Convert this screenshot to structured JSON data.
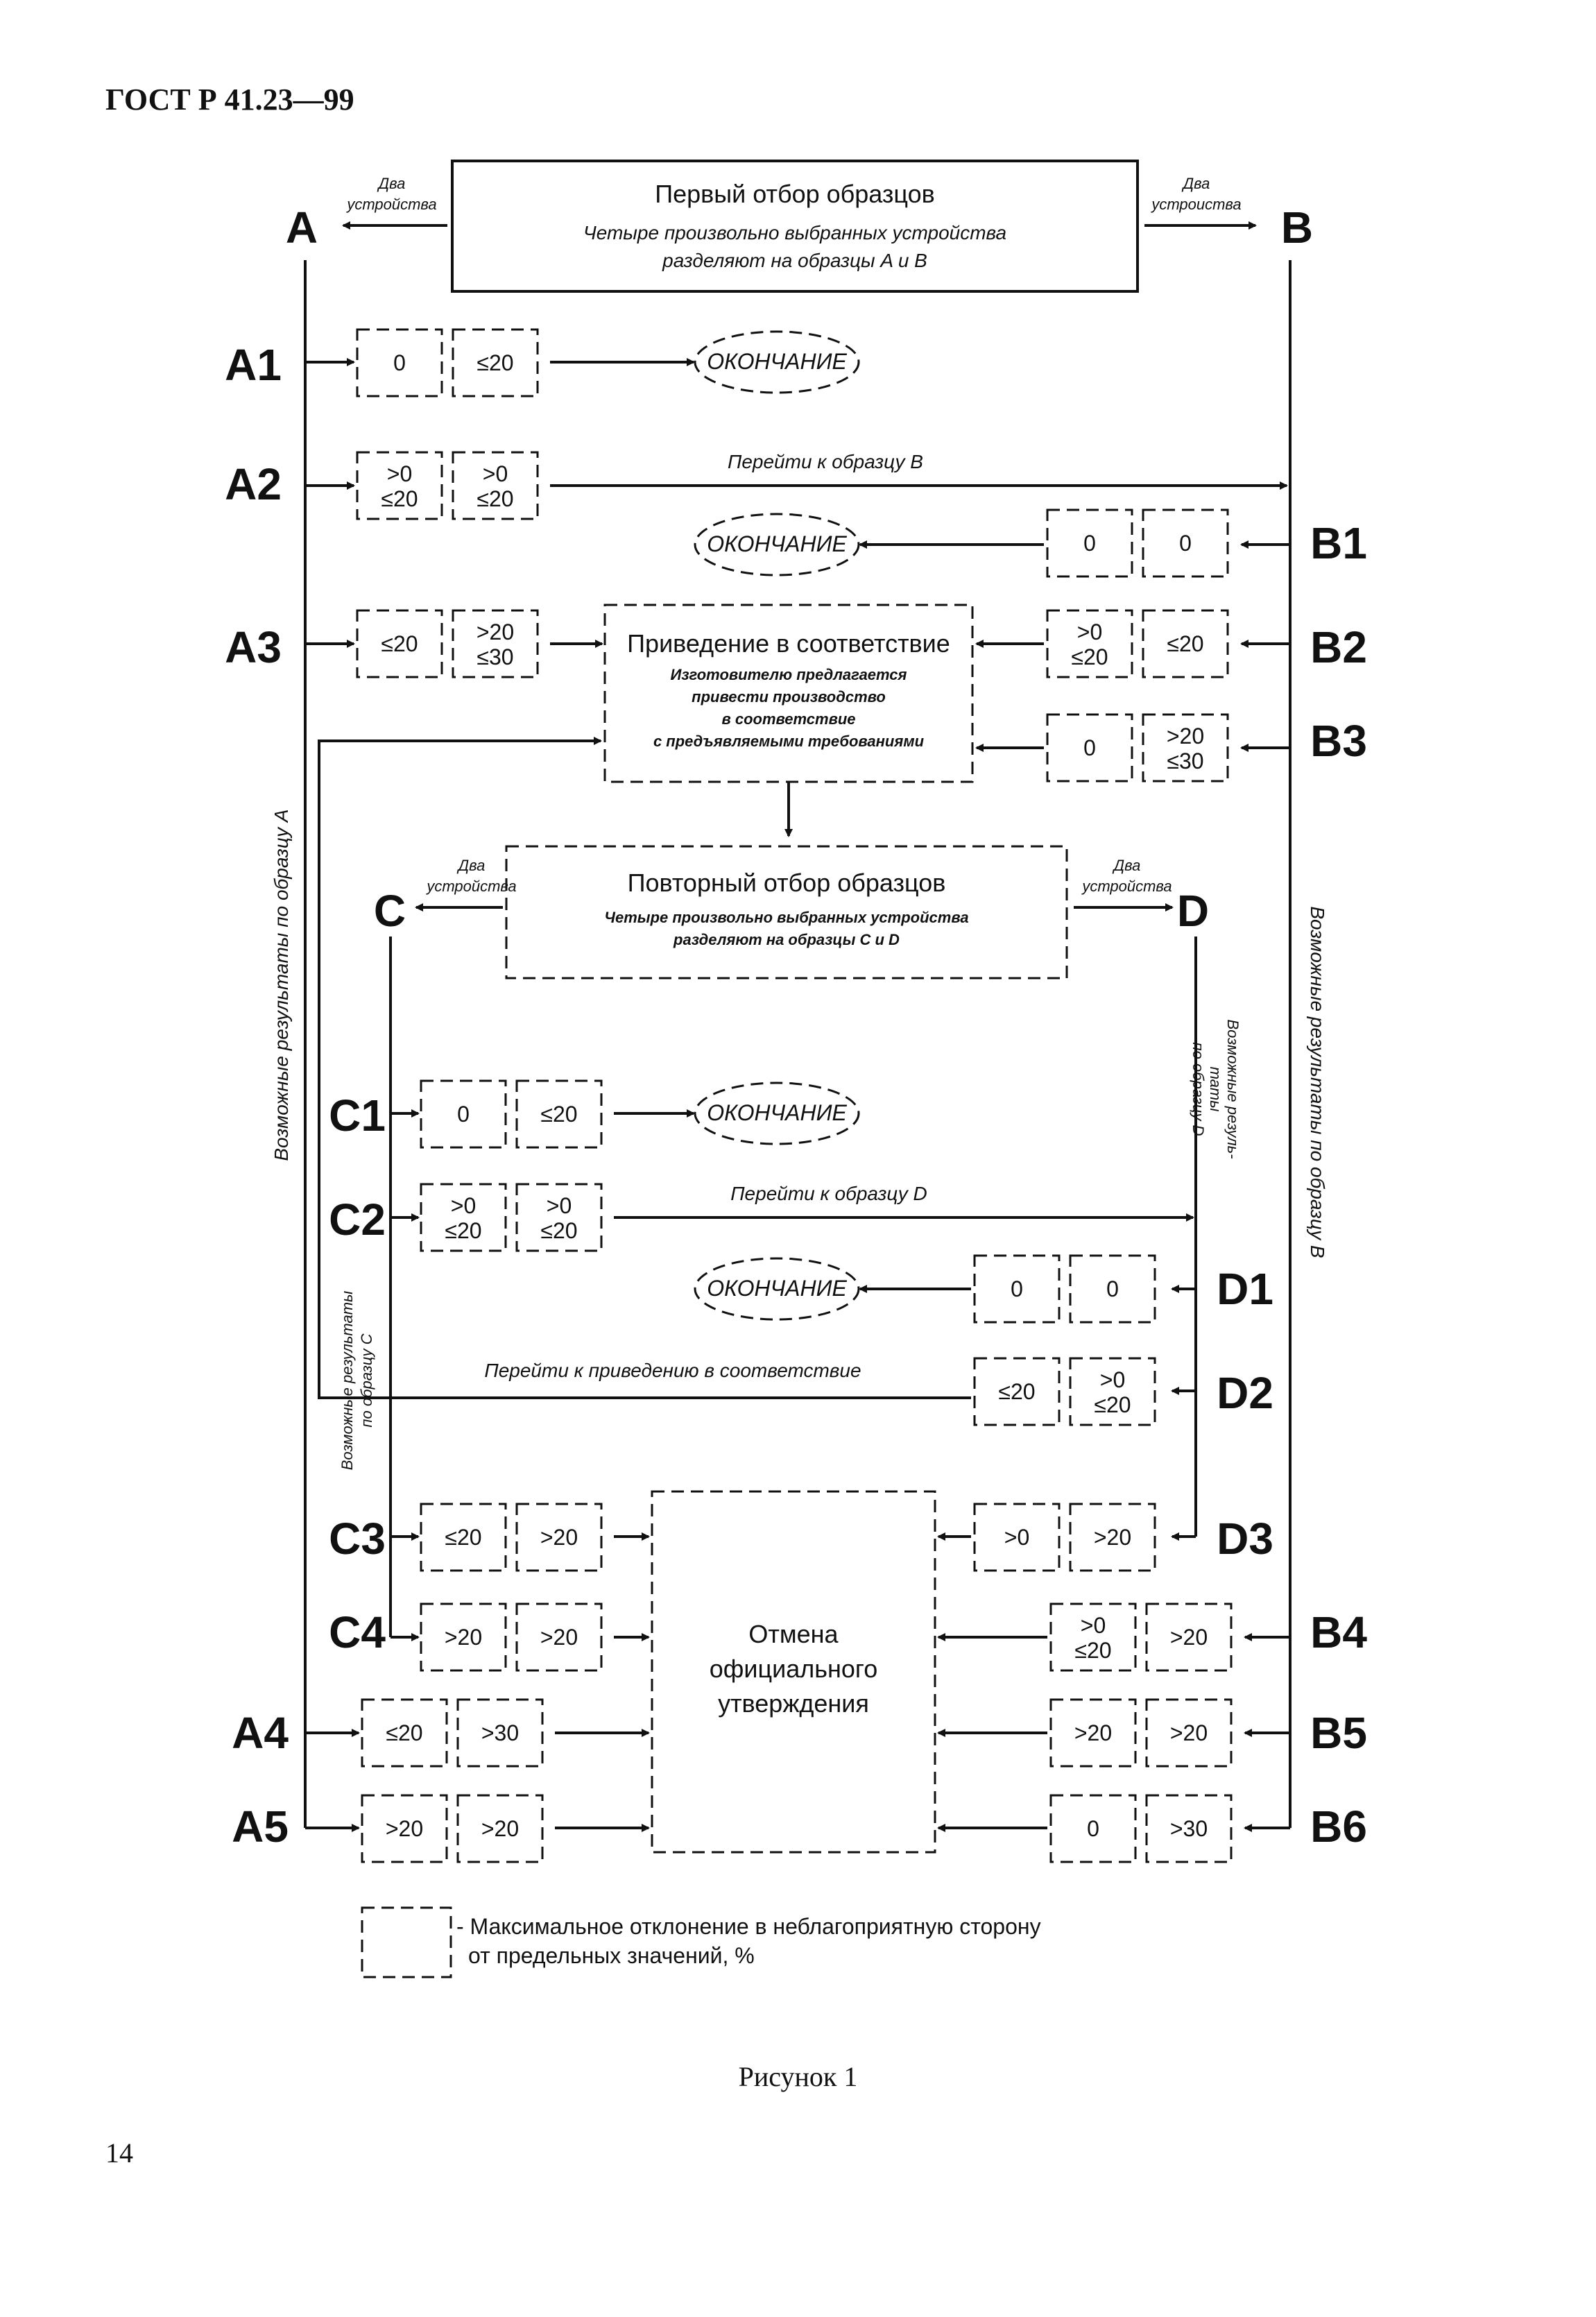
{
  "header": "ГОСТ Р 41.23—99",
  "caption": "Рисунок 1",
  "page_number": "14",
  "first_sampling": {
    "title": "Первый отбор образцов",
    "line1": "Четыре произвольно выбранных устройства",
    "line2": "разделяют на образцы A и B"
  },
  "two_devices": {
    "l1": "Два",
    "l2": "устройства"
  },
  "two_devices_b": {
    "l1": "Два",
    "l2": "устроиства"
  },
  "labels": {
    "A": "A",
    "B": "B",
    "C": "C",
    "D": "D",
    "A1": "A1",
    "A2": "A2",
    "A3": "A3",
    "A4": "A4",
    "A5": "A5",
    "B1": "B1",
    "B2": "B2",
    "B3": "B3",
    "B4": "B4",
    "B5": "B5",
    "B6": "B6",
    "C1": "C1",
    "C2": "C2",
    "C3": "C3",
    "C4": "C4",
    "D1": "D1",
    "D2": "D2",
    "D3": "D3"
  },
  "end_label": "ОКОНЧАНИЕ",
  "go_to_b": "Перейти к образцу B",
  "go_to_d": "Перейти к образцу D",
  "go_to_conformity": "Перейти к приведению в соответствие",
  "conformity": {
    "title": "Приведение в соответствие",
    "l1": "Изготовителю предлагается",
    "l2": "привести производство",
    "l3": "в соответствие",
    "l4": "с предъявляемыми требованиями"
  },
  "repeat_sampling": {
    "title": "Повторный отбор образцов",
    "line1": "Четыре произвольно выбранных устройства",
    "line2": "разделяют на образцы C и D"
  },
  "cancel": {
    "l1": "Отмена",
    "l2": "официального",
    "l3": "утверждения"
  },
  "vertical": {
    "a": "Возможные результаты по образцу A",
    "b": "Возможные результаты по образцу B",
    "c1": "Возможные результаты",
    "c2": "по образцу C",
    "d1": "Возможные резуль-",
    "d2": "таты",
    "d3": "по образцу D"
  },
  "values": {
    "a1": [
      "0",
      "≤20"
    ],
    "a2": [
      ">0\n≤20",
      ">0\n≤20"
    ],
    "b1": [
      "0",
      "0"
    ],
    "a3": [
      "≤20",
      ">20\n≤30"
    ],
    "b2": [
      ">0\n≤20",
      "≤20"
    ],
    "b3": [
      "0",
      ">20\n≤30"
    ],
    "c1": [
      "0",
      "≤20"
    ],
    "c2": [
      ">0\n≤20",
      ">0\n≤20"
    ],
    "d1": [
      "0",
      "0"
    ],
    "d2": [
      "≤20",
      ">0\n≤20"
    ],
    "c3": [
      "≤20",
      ">20"
    ],
    "d3": [
      ">0",
      ">20"
    ],
    "c4": [
      ">20",
      ">20"
    ],
    "b4": [
      ">0\n≤20",
      ">20"
    ],
    "a4": [
      "≤20",
      ">30"
    ],
    "b5": [
      ">20",
      ">20"
    ],
    "a5": [
      ">20",
      ">20"
    ],
    "b6": [
      "0",
      ">30"
    ]
  },
  "legend": {
    "l1": "- Максимальное отклонение в неблагоприятную сторону",
    "l2": "от предельных значений, %"
  }
}
